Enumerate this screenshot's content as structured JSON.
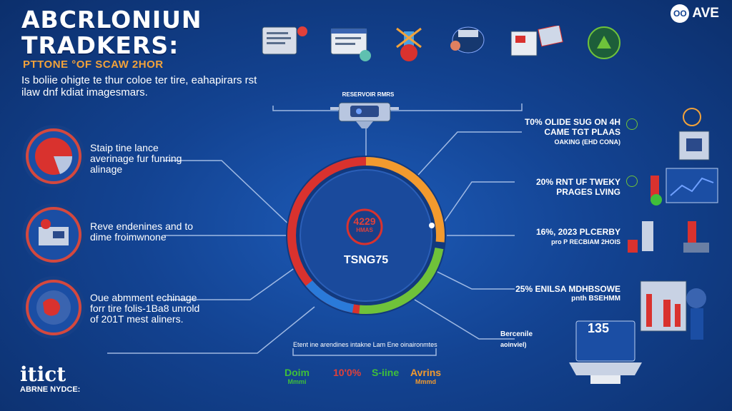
{
  "header": {
    "title_line1": "ABCRLONIUN",
    "title_line2": "TRADKERS:",
    "subtitle": "PTTONE °OF SCAW 2HOR",
    "intro": "Is boliie ohigte te thur coloe ter tire, eahapirars rst ilaw dnf kdiat imagesmars.",
    "brand": "AVE",
    "brand_logo_text": "OO"
  },
  "top_caption": "RESERVOIR RMRS",
  "center": {
    "value": "4229",
    "sub": "HMAS",
    "label": "TSNG75"
  },
  "left_items": [
    {
      "text": "Staip tine lance averinage fur funring alinage"
    },
    {
      "text": "Reve endenines and to dime froimwnone"
    },
    {
      "text": "Oue abmment echinage forr tire folis-1Ba8 unrold of 201T mest aliners."
    }
  ],
  "right_items": [
    {
      "text": "T0% OLIDE SUG ON 4H CAME TGT PLAAS",
      "sub": "OAKING (EHD CONA)"
    },
    {
      "text": "20% RNT UF TWEKY PRAGES LVING",
      "sub": ""
    },
    {
      "text": "16%, 2023 PLCERBY",
      "sub": "pro P RECBIAM 2HOIS"
    },
    {
      "text": "25% ENILSA MDHBSOWE",
      "sub": "pnth BSEHMM"
    },
    {
      "text": "Bercenile",
      "sub": "aoinviel)"
    }
  ],
  "screen_number": "135",
  "bottom_caption": "Etent ine arendines intakne Lam Ene oinaironmtes",
  "bottom_items": [
    {
      "label": "Doim",
      "sub": "Mmmi",
      "color": "#3fbf3a"
    },
    {
      "label": "10'0%",
      "sub": "",
      "color": "#e0403a"
    },
    {
      "label": "S-iine",
      "sub": "",
      "color": "#3fbf3a"
    },
    {
      "label": "Avrins",
      "sub": "Mmmd",
      "color": "#f29a2e"
    }
  ],
  "footer": {
    "logo": "itict",
    "sub": "ABRNE NYDCE:",
    "small": ""
  },
  "chart_data": {
    "type": "pie",
    "categories": [],
    "values": [],
    "segment_colors": [
      "#d9322e",
      "#f29a2e",
      "#6fc23a",
      "#2a7ad9"
    ]
  },
  "colors": {
    "accent_red": "#d9322e",
    "accent_orange": "#f29a2e",
    "accent_green": "#6fc23a",
    "bg": "#134392"
  }
}
